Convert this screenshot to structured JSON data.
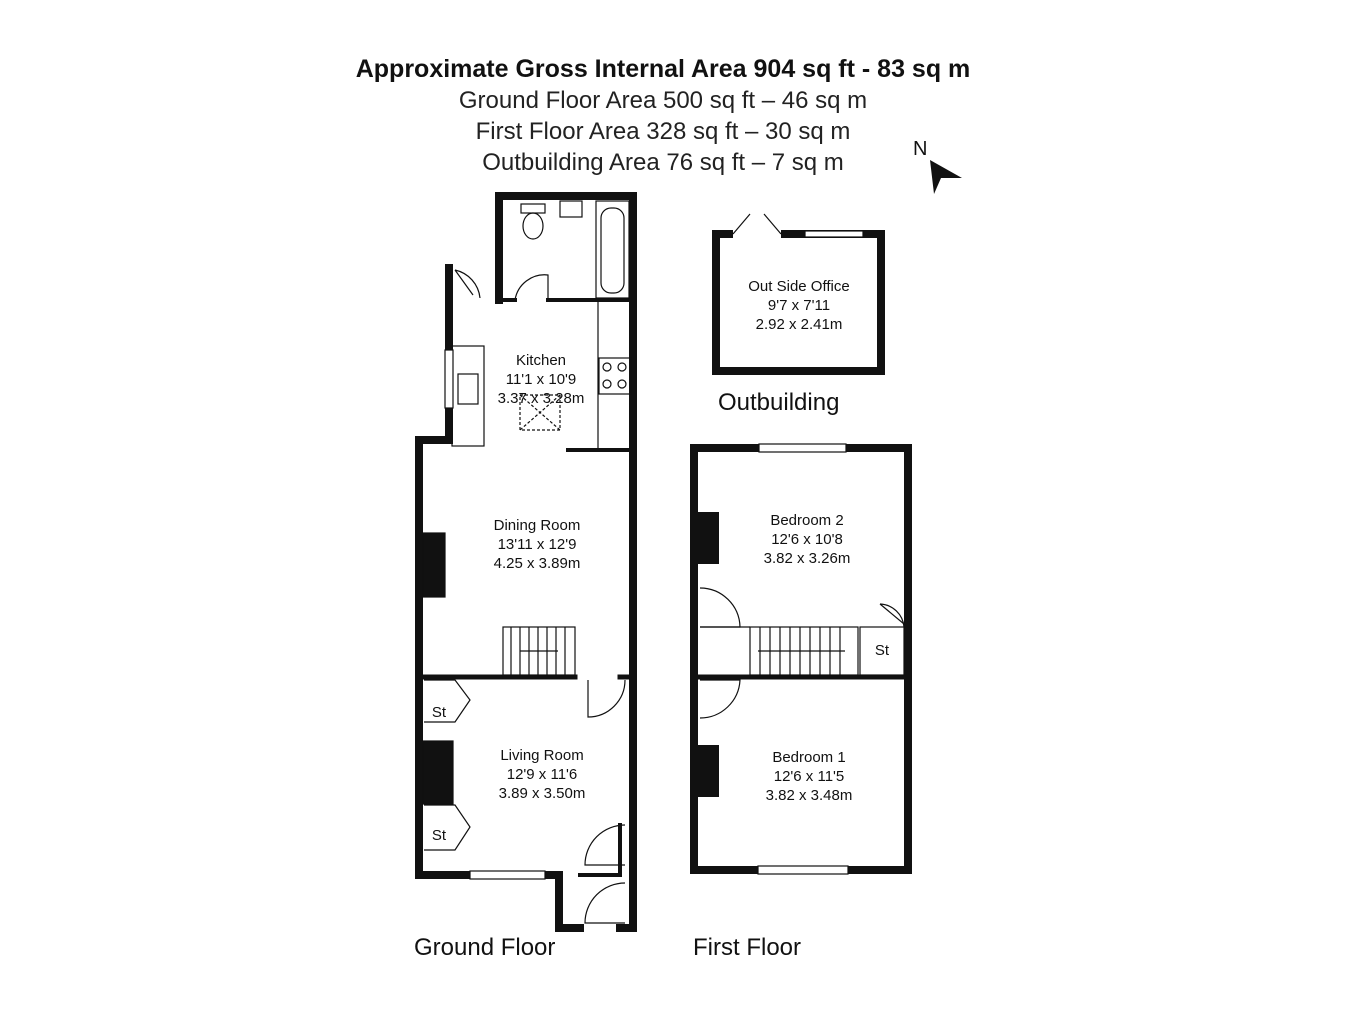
{
  "header": {
    "total": "Approximate Gross Internal Area 904 sq ft - 83 sq m",
    "ground": "Ground Floor Area 500 sq ft – 46 sq m",
    "first": "First Floor Area 328 sq ft – 30 sq m",
    "outbuilding": "Outbuilding Area 76 sq ft – 7 sq m"
  },
  "compass": {
    "letter": "N"
  },
  "rooms": {
    "kitchen": {
      "name": "Kitchen",
      "imperial": "11'1 x 10'9",
      "metric": "3.37 x 3.28m"
    },
    "dining": {
      "name": "Dining Room",
      "imperial": "13'11 x 12'9",
      "metric": "4.25 x 3.89m"
    },
    "living": {
      "name": "Living Room",
      "imperial": "12'9 x 11'6",
      "metric": "3.89 x 3.50m"
    },
    "office": {
      "name": "Out Side Office",
      "imperial": "9'7 x 7'11",
      "metric": "2.92 x 2.41m"
    },
    "bedroom2": {
      "name": "Bedroom 2",
      "imperial": "12'6 x 10'8",
      "metric": "3.82 x 3.26m"
    },
    "bedroom1": {
      "name": "Bedroom 1",
      "imperial": "12'6 x 11'5",
      "metric": "3.82 x 3.48m"
    }
  },
  "storage": {
    "label": "St"
  },
  "floors": {
    "ground": "Ground Floor",
    "first": "First Floor",
    "outbuilding": "Outbuilding"
  }
}
